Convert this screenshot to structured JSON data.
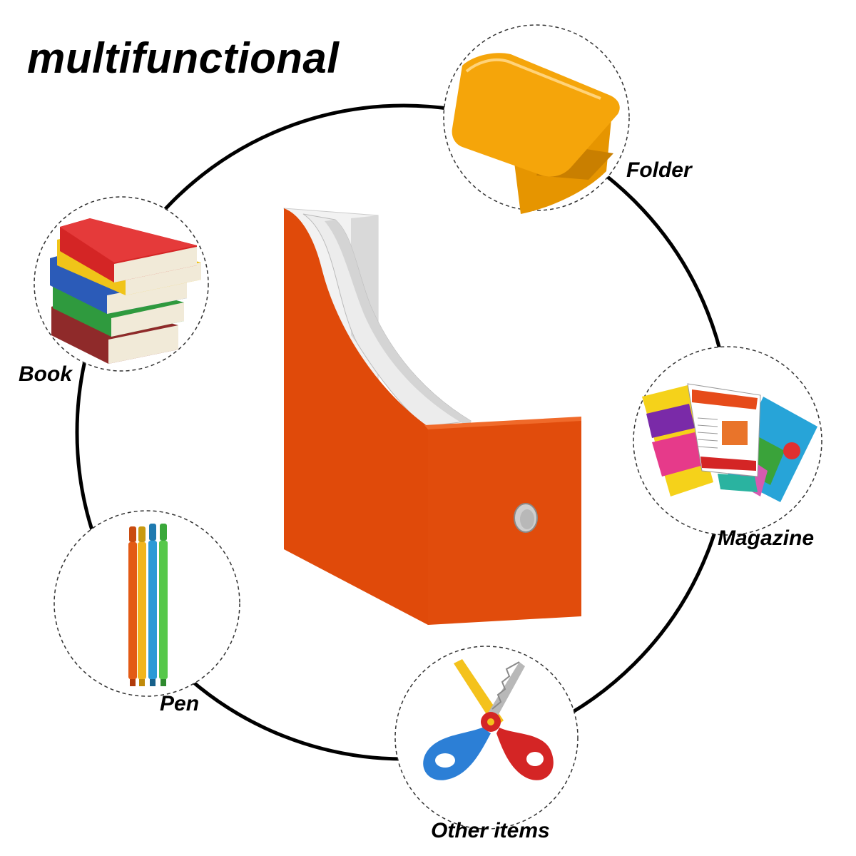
{
  "headline": "multifunctional",
  "items": {
    "folder": "Folder",
    "book": "Book",
    "magazine": "Magazine",
    "pen": "Pen",
    "other": "Other items"
  },
  "colors": {
    "holder": "#e04a0a",
    "folder": "#f5a50a",
    "ring": "#000000"
  }
}
